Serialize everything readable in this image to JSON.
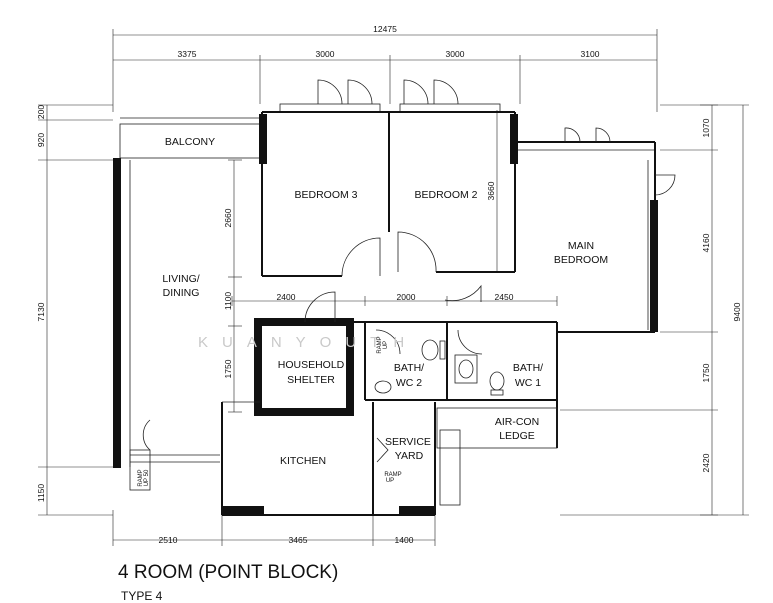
{
  "plan": {
    "title": "4 ROOM (POINT BLOCK)",
    "subtitle": "TYPE 4",
    "watermark": "KUANYOUTH",
    "rooms": {
      "balcony": "BALCONY",
      "bedroom3": "BEDROOM 3",
      "bedroom2": "BEDROOM 2",
      "master_line1": "MAIN",
      "master_line2": "BEDROOM",
      "living_line1": "LIVING/",
      "living_line2": "DINING",
      "shelter_line1": "HOUSEHOLD",
      "shelter_line2": "SHELTER",
      "bath2_line1": "BATH/",
      "bath2_line2": "WC 2",
      "bath1_line1": "BATH/",
      "bath1_line2": "WC 1",
      "aircon_line1": "AIR-CON",
      "aircon_line2": "LEDGE",
      "kitchen": "KITCHEN",
      "service_line1": "SERVICE",
      "service_line2": "YARD"
    },
    "ramps": {
      "bath2_a": "RAMP",
      "bath2_b": "UP",
      "yard_a": "RAMP",
      "yard_b": "UP",
      "entry_a": "RAMP",
      "entry_b": "UP 50"
    },
    "dimensions": {
      "overall_width": "12475",
      "top": [
        "3375",
        "3000",
        "3000",
        "3100"
      ],
      "bottom": [
        "2510",
        "3465",
        "1400"
      ],
      "mid": [
        "2400",
        "2000",
        "2450"
      ],
      "left_outer": [
        "920",
        "7130",
        "1150"
      ],
      "left_small": "200",
      "left_inner": [
        "2660",
        "1100",
        "1750"
      ],
      "bedroom_depth": "3660",
      "right_inner": [
        "1070",
        "4160",
        "1750",
        "2420"
      ],
      "overall_depth": "9400"
    }
  }
}
